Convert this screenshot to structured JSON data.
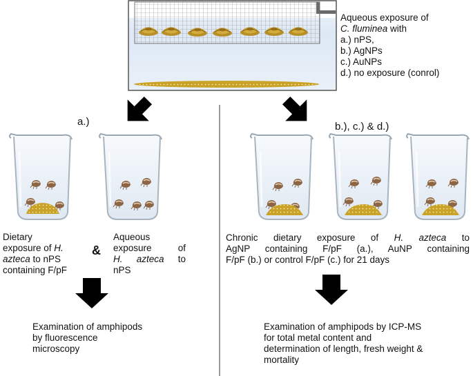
{
  "tank": {
    "heading": [
      "Aqueous exposure of",
      "C. fluminea",
      " with"
    ],
    "options": [
      "a.) nPS,",
      "b.) AgNPs",
      "c.) AuNPs",
      "d.) no exposure (conrol)"
    ]
  },
  "left": {
    "label": "a.)",
    "dietary": {
      "l1": "Dietary",
      "l2": [
        "exposure of ",
        "H."
      ],
      "l3": [
        "azteca",
        " to nPS"
      ],
      "l4": "containing F/pF"
    },
    "amp": "&",
    "aqueous": {
      "l1": "Aqueous",
      "l2": [
        "exposure",
        "of"
      ],
      "l3": [
        "H.",
        "azteca",
        "to"
      ],
      "l4": "nPS"
    },
    "result": [
      "Examination of amphipods",
      "by fluorescence",
      "microscopy"
    ]
  },
  "right": {
    "label": "b.), c.) & d.)",
    "chronic": {
      "l1": [
        "Chronic dietary exposure of ",
        "H. azteca",
        " to"
      ],
      "l2": "AgNP containing F/pF (a.), AuNP containing",
      "l3": "F/pF (b.) or control F/pF (c.) for 21 days"
    },
    "result": [
      "Examination of amphipods by ICP-MS",
      "for total metal content and",
      "determination of length, fresh weight &",
      "mortality"
    ]
  },
  "colors": {
    "sediment": "#c9a227",
    "clam": "#b8902a",
    "shrimp": "#8c6545",
    "water": "#dde8f4",
    "glass": "#c8d3dc",
    "arrow": "#000000"
  },
  "icons": [
    "tank-with-mesh",
    "beaker",
    "down-arrow",
    "amphipod",
    "clam",
    "food-pellet-pile"
  ]
}
